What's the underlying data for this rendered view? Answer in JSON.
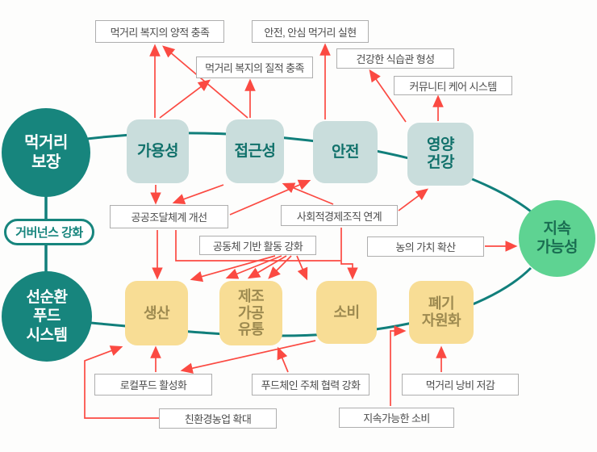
{
  "diagram": {
    "title_hint": "먹거리 보장 - 선순환 푸드 시스템 - 지속 가능성 개념도",
    "colors": {
      "teal_circle": "#17857d",
      "teal_curve": "#117f7b",
      "pillar_box": "#c9dddc",
      "pillar_text": "#11716b",
      "stage_box": "#f8dd95",
      "stage_text": "#9d8a50",
      "green_circle": "#5ed392",
      "green_text": "#1a6e52",
      "arrow_red": "#fb4a42",
      "label_border": "#aeaeae",
      "label_text": "#4c4c4c"
    },
    "circles": {
      "food_security": {
        "label": "먹거리\n보장"
      },
      "virtuous_food_system": {
        "label": "선순환\n푸드\n시스템"
      },
      "sustainability": {
        "label": "지속\n가능성"
      }
    },
    "governance": {
      "label": "거버넌스 강화"
    },
    "pillars": {
      "availability": {
        "label": "가용성"
      },
      "accessibility": {
        "label": "접근성"
      },
      "safety": {
        "label": "안전"
      },
      "nutrition_health": {
        "label": "영양\n건강"
      }
    },
    "stages": {
      "production": {
        "label": "생산"
      },
      "processing_distribution": {
        "label": "제조\n가공\n유통"
      },
      "consumption": {
        "label": "소비"
      },
      "waste_recycling": {
        "label": "폐기\n자원화"
      }
    },
    "labels": {
      "quantitative_welfare": "먹거리 복지의 양적 충족",
      "safe_food_realization": "안전, 안심 먹거리 실현",
      "qualitative_welfare": "먹거리 복지의 질적 충족",
      "healthy_eating_habits": "건강한 식습관 형성",
      "community_care_system": "커뮤니티 케어 시스템",
      "public_procurement": "공공조달체계 개선",
      "social_economy_link": "사회적경제조직 연계",
      "community_based_activity": "공동체 기반 활동 강화",
      "agri_value_spread": "농의 가치 확산",
      "local_food_activation": "로컬푸드 활성화",
      "food_chain_cooperation": "푸드체인 주체 협력 강화",
      "eco_agriculture_expansion": "친환경농업 확대",
      "food_waste_reduction": "먹거리 낭비 저감",
      "sustainable_consumption": "지속가능한 소비"
    }
  }
}
